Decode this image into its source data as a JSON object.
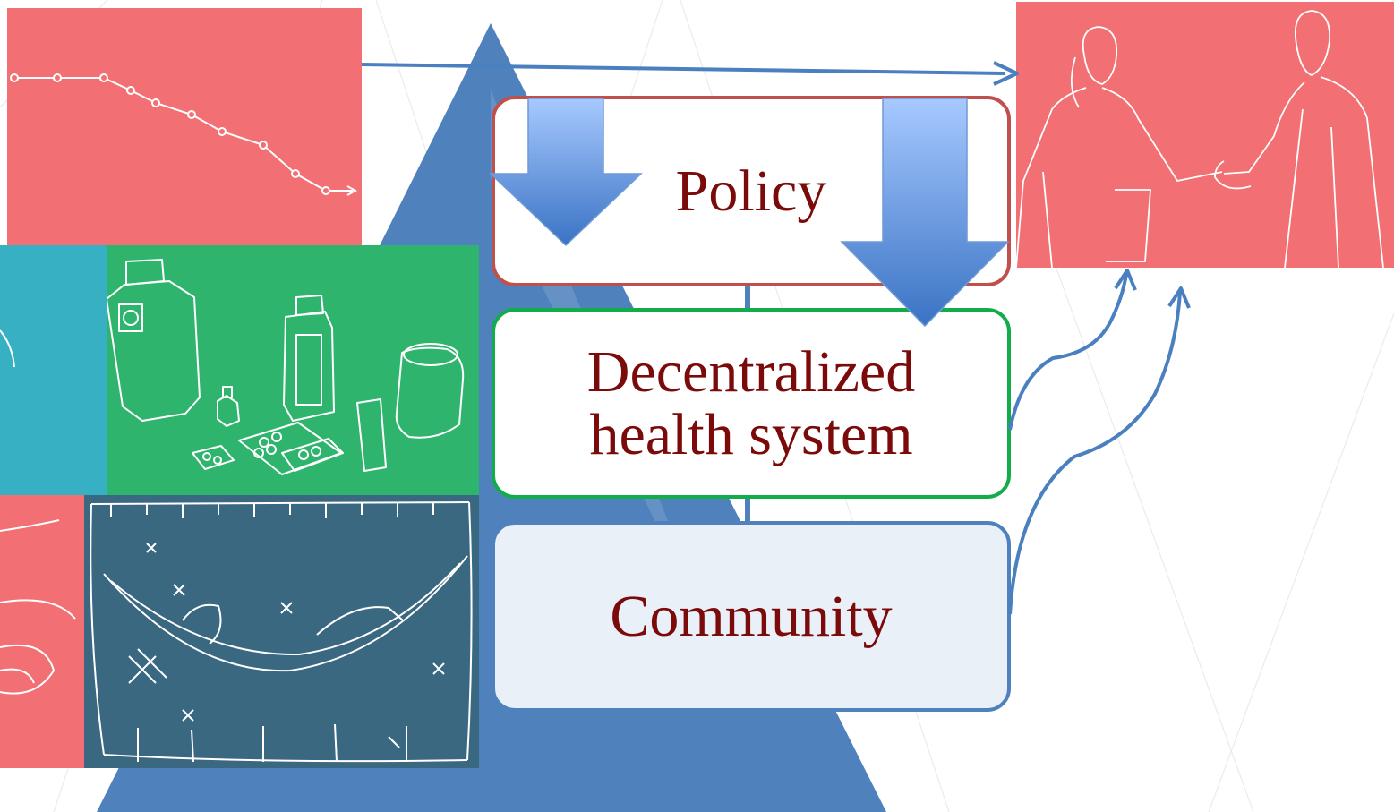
{
  "levels": {
    "policy": {
      "label": "Policy"
    },
    "decentralized": {
      "label": "Decentralized\nhealth system"
    },
    "community": {
      "label": "Community"
    }
  },
  "colors": {
    "pyramid": "#4f81bd",
    "pyramid_light": "#eaf0f8",
    "panel_red": "#f26f73",
    "panel_green": "#2fb46d",
    "panel_teal": "#37b0c4",
    "panel_dark": "#3a6880",
    "policy_border": "#c0504d",
    "decentralized_border": "#12ad4a",
    "community_border": "#4f81bd",
    "label_text": "#7b0a0a",
    "arrow": "#4a7fc0"
  },
  "icons": [
    "declining-trend-line-icon",
    "handshake-icon",
    "medicine-bottles-icon",
    "hammock-bednet-icon"
  ]
}
